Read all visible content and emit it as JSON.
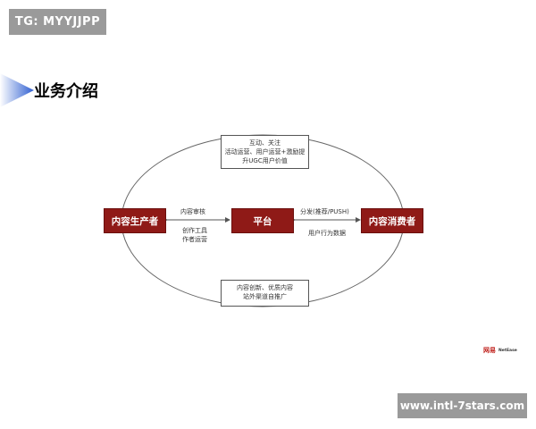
{
  "tag": "TG: MYYJJPP",
  "title": "业务介绍",
  "nodes": {
    "producer": "内容生产者",
    "platform": "平台",
    "consumer": "内容消费者"
  },
  "top_note": [
    "互动、关注",
    "活动运营、用户运营+激励提",
    "升UGC用户价值"
  ],
  "bottom_note": [
    "内容创新、优质内容",
    "站外渠道自推广"
  ],
  "left_labels": [
    "内容审核",
    "创作工具",
    "作者运营"
  ],
  "right_labels": [
    "分发(推荐/PUSH)",
    "用户行为数据"
  ],
  "brand": {
    "cn": "网易",
    "en": "NetEase"
  },
  "watermark": "www.intl-7stars.com",
  "colors": {
    "node_fill": "#8f1a17",
    "tag_bg": "#9a9a9a",
    "arrow_blue": "#2f5fd1"
  }
}
